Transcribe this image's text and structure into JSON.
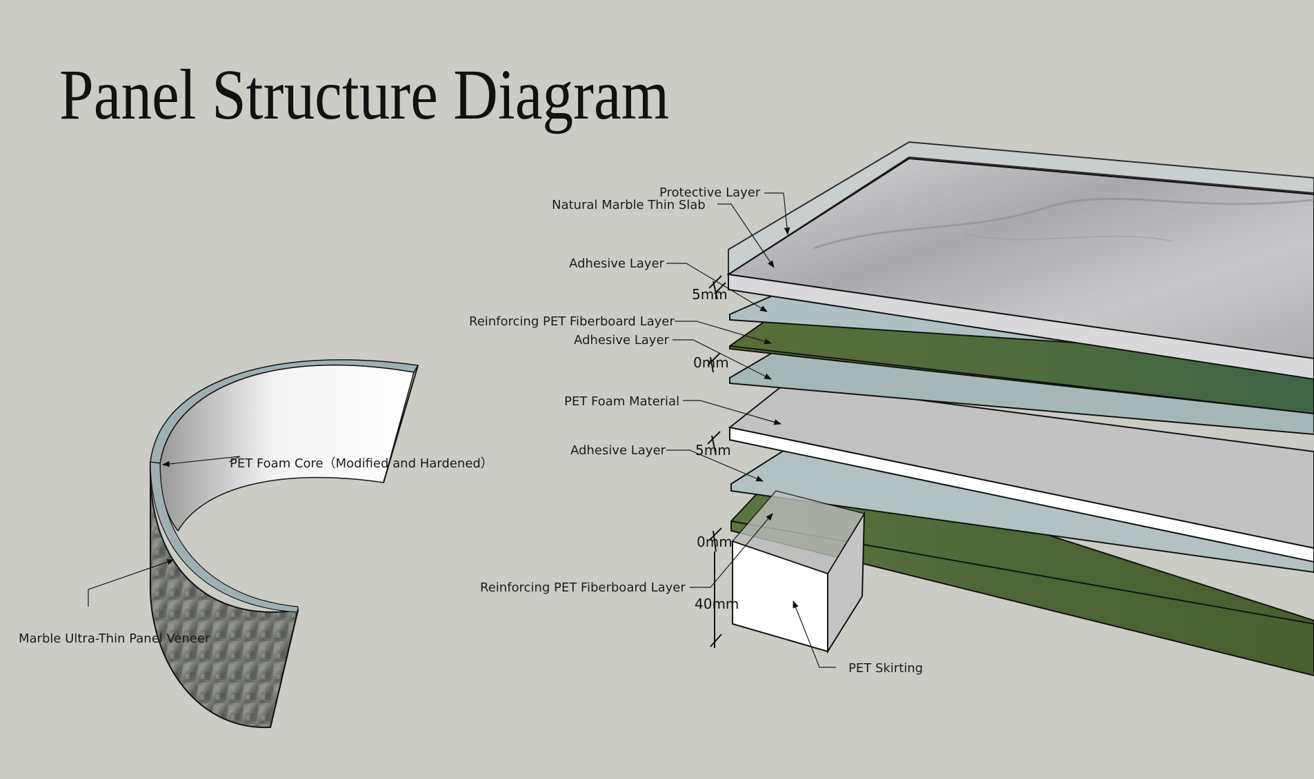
{
  "title": "Panel Structure Diagram",
  "curved_panel": {
    "core_label": "PET Foam Core（Modified and Hardened）",
    "veneer_label": "Marble Ultra-Thin Panel Veneer"
  },
  "layers": {
    "protective": "Protective Layer",
    "marble_slab": "Natural Marble Thin Slab",
    "adhesive_1": "Adhesive Layer",
    "reinforcing_1": "Reinforcing PET Fiberboard Layer",
    "adhesive_2": "Adhesive Layer",
    "foam": "PET Foam Material",
    "adhesive_3": "Adhesive Layer",
    "reinforcing_2": "Reinforcing PET Fiberboard Layer",
    "skirting": "PET Skirting"
  },
  "dimensions": {
    "d1": "5mm",
    "d2": "0mm",
    "d3": "5mm",
    "d4": "0mm",
    "d5": "40mm"
  },
  "colors": {
    "background": "#ccccc7",
    "marble": "#b9b9bb",
    "adhesive": "#b5c2c4",
    "fiberboard": "#4e6a3c",
    "foam": "#c3c3c3",
    "skirting": "#ffffff"
  }
}
